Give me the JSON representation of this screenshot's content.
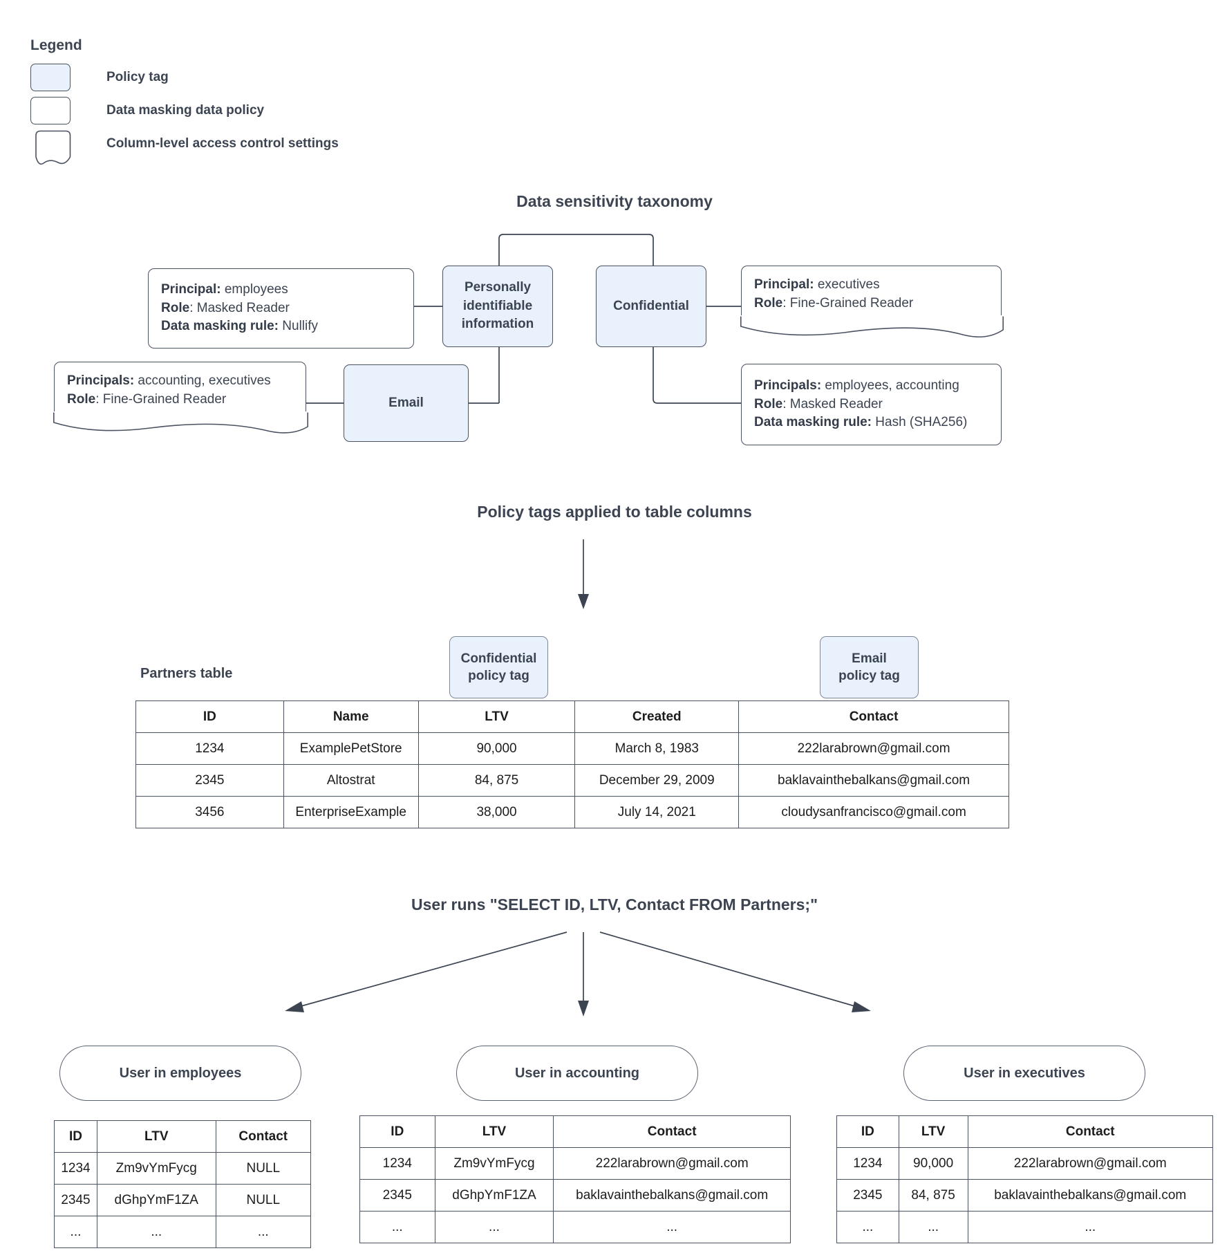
{
  "legend": {
    "title": "Legend",
    "items": [
      {
        "label": "Policy tag",
        "swatch": "policy-tag"
      },
      {
        "label": "Data masking data policy",
        "swatch": "data-masking-policy"
      },
      {
        "label": "Column-level access control settings",
        "swatch": "column-access-control"
      }
    ]
  },
  "sections": {
    "taxonomy_heading": "Data sensitivity taxonomy",
    "policy_tags_heading": "Policy tags applied to table columns",
    "query_heading": "User runs \"SELECT ID, LTV, Contact FROM Partners;\""
  },
  "taxonomy": {
    "pii_tag": "Personally identifiable information",
    "confidential_tag": "Confidential",
    "email_tag": "Email",
    "pii_masking": {
      "l1_b": "Principal:",
      "l1_t": " employees",
      "l2_b": "Role",
      "l2_t": ": Masked Reader",
      "l3_b": "Data masking rule:",
      "l3_t": " Nullify"
    },
    "email_access": {
      "l1_b": "Principals:",
      "l1_t": " accounting, executives",
      "l2_b": "Role",
      "l2_t": ": Fine-Grained Reader"
    },
    "confidential_access": {
      "l1_b": "Principal:",
      "l1_t": " executives",
      "l2_b": "Role",
      "l2_t": ": Fine-Grained Reader"
    },
    "confidential_masking": {
      "l1_b": "Principals:",
      "l1_t": " employees, accounting",
      "l2_b": "Role",
      "l2_t": ": Masked Reader",
      "l3_b": "Data masking rule:",
      "l3_t": " Hash (SHA256)"
    }
  },
  "partners": {
    "label": "Partners table",
    "column_tags": [
      {
        "line1": "Confidential",
        "line2": "policy tag"
      },
      {
        "line1": "Email",
        "line2": "policy tag"
      }
    ],
    "headers": [
      "ID",
      "Name",
      "LTV",
      "Created",
      "Contact"
    ],
    "rows": [
      [
        "1234",
        "ExamplePetStore",
        "90,000",
        "March 8, 1983",
        "222larabrown@gmail.com"
      ],
      [
        "2345",
        "Altostrat",
        "84, 875",
        "December 29, 2009",
        "baklavainthebalkans@gmail.com"
      ],
      [
        "3456",
        "EnterpriseExample",
        "38,000",
        "July 14, 2021",
        "cloudysanfrancisco@gmail.com"
      ]
    ]
  },
  "results": [
    {
      "title": "User in employees",
      "headers": [
        "ID",
        "LTV",
        "Contact"
      ],
      "rows": [
        [
          "1234",
          "Zm9vYmFycg",
          "NULL"
        ],
        [
          "2345",
          "dGhpYmF1ZA",
          "NULL"
        ],
        [
          "...",
          "...",
          "..."
        ]
      ]
    },
    {
      "title": "User in accounting",
      "headers": [
        "ID",
        "LTV",
        "Contact"
      ],
      "rows": [
        [
          "1234",
          "Zm9vYmFycg",
          "222larabrown@gmail.com"
        ],
        [
          "2345",
          "dGhpYmF1ZA",
          "baklavainthebalkans@gmail.com"
        ],
        [
          "...",
          "...",
          "..."
        ]
      ]
    },
    {
      "title": "User in executives",
      "headers": [
        "ID",
        "LTV",
        "Contact"
      ],
      "rows": [
        [
          "1234",
          "90,000",
          "222larabrown@gmail.com"
        ],
        [
          "2345",
          "84, 875",
          "baklavainthebalkans@gmail.com"
        ],
        [
          "...",
          "...",
          "..."
        ]
      ]
    }
  ],
  "colors": {
    "policy_tag_fill": "#e8f1fc",
    "stroke": "#4a5160",
    "text": "#3c4452"
  }
}
